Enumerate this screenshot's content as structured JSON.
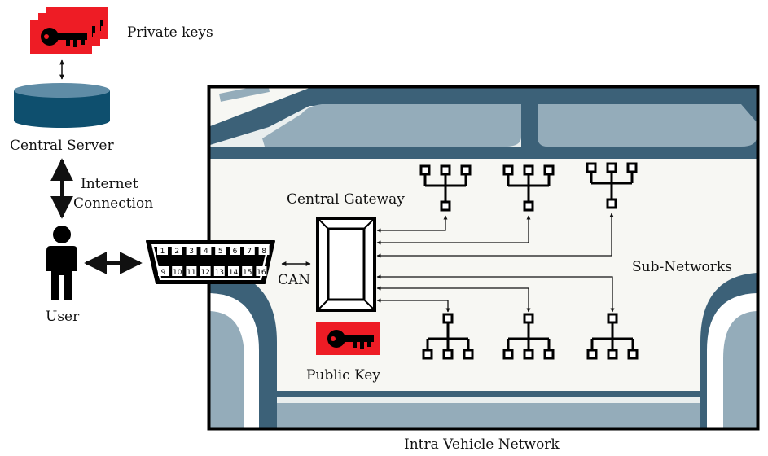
{
  "labels": {
    "private_keys": "Private keys",
    "central_server": "Central Server",
    "internet_line1": "Internet",
    "internet_line2": "Connection",
    "user": "User",
    "can": "CAN",
    "central_gateway": "Central Gateway",
    "public_key": "Public Key",
    "sub_networks": "Sub-Networks",
    "intra_vehicle_network": "Intra Vehicle Network"
  },
  "obd_pins_top": [
    "1",
    "2",
    "3",
    "4",
    "5",
    "6",
    "7",
    "8"
  ],
  "obd_pins_bottom": [
    "9",
    "10",
    "11",
    "12",
    "13",
    "14",
    "15",
    "16"
  ],
  "colors": {
    "key_red": "#ee1c25",
    "server_blue": "#0e4f6e",
    "car_body": "#3c6178",
    "car_window": "#94acba",
    "car_background": "#f7f7f3"
  },
  "icons": {
    "private_keys": "key-icon",
    "public_key": "key-icon",
    "server": "database-icon",
    "user": "person-icon",
    "connector": "obd-connector-icon",
    "gateway": "gateway-icon",
    "sub_network": "tree-network-icon"
  },
  "sub_network_count": 6
}
